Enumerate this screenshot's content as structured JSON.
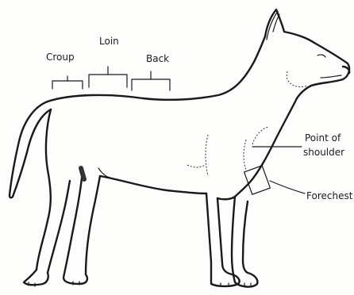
{
  "labels": {
    "croup": "Croup",
    "loin": "Loin",
    "back": "Back",
    "point_of_shoulder_line1": "Point of",
    "point_of_shoulder_line2": "shoulder",
    "forechest": "Forechest"
  }
}
